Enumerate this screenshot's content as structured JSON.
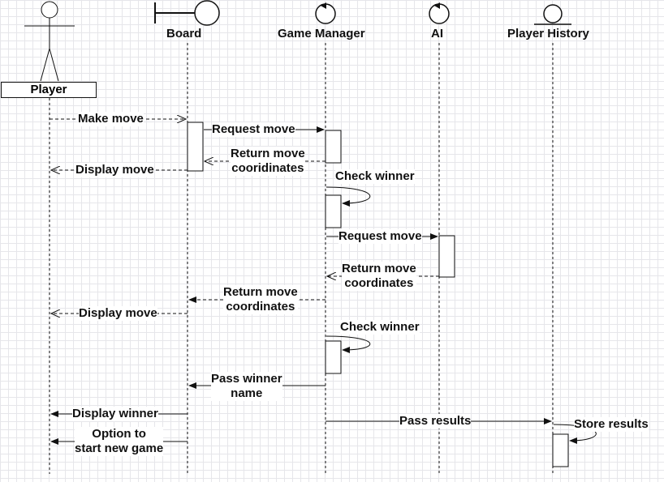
{
  "participants": {
    "player": "Player",
    "board": "Board",
    "game_manager": "Game Manager",
    "ai": "AI",
    "player_history": "Player History"
  },
  "messages": {
    "make_move": "Make move",
    "request_move_1": "Request move",
    "return_move_1": [
      "Return move",
      "cooridinates"
    ],
    "display_move_1": "Display move",
    "check_winner_1": "Check winner",
    "request_move_2": "Request move",
    "return_move_2": [
      "Return move",
      "coordinates"
    ],
    "return_move_3": [
      "Return move",
      "coordinates"
    ],
    "display_move_2": "Display move",
    "check_winner_2": "Check winner",
    "pass_winner": [
      "Pass winner",
      "name"
    ],
    "display_winner": "Display winner",
    "option_new_game": [
      "Option to",
      "start new game"
    ],
    "pass_results": "Pass results",
    "store_results": "Store results"
  },
  "colors": {
    "line": "#111111",
    "grid": "#e6e6ea",
    "background": "#ffffff"
  }
}
